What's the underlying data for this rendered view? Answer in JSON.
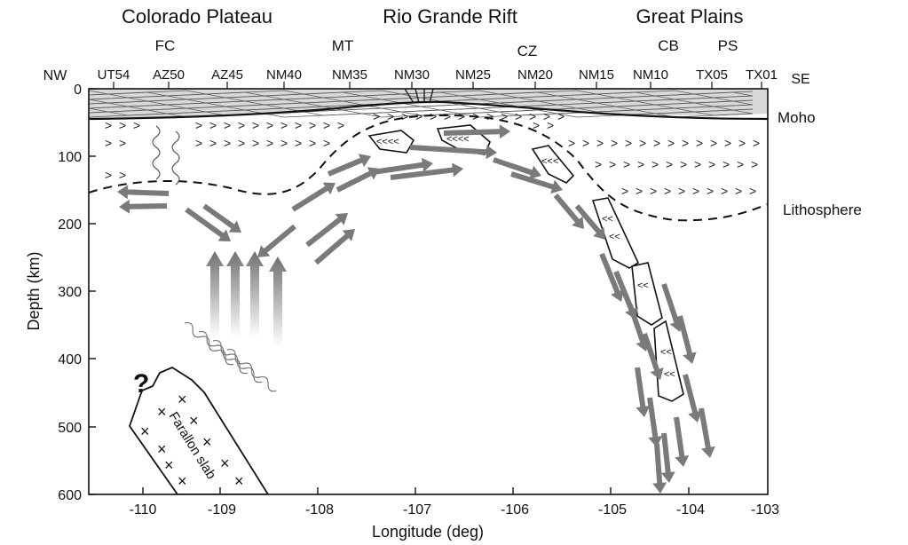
{
  "regions": {
    "colorado_plateau": "Colorado Plateau",
    "rio_grande_rift": "Rio Grande Rift",
    "great_plains": "Great Plains"
  },
  "subregions": {
    "fc": "FC",
    "mt": "MT",
    "cz": "CZ",
    "cb": "CB",
    "ps": "PS"
  },
  "directions": {
    "left": "NW",
    "right": "SE"
  },
  "stations": [
    "UT54",
    "AZ50",
    "AZ45",
    "NM40",
    "NM35",
    "NM30",
    "NM25",
    "NM20",
    "NM15",
    "NM10",
    "TX05",
    "TX01"
  ],
  "side_labels": {
    "moho": "Moho",
    "lithosphere": "Lithosphere"
  },
  "axes": {
    "x_label": "Longitude (deg)",
    "y_label": "Depth (km)",
    "x_ticks": [
      "-110",
      "-109",
      "-108",
      "-107",
      "-106",
      "-105",
      "-104",
      "-103"
    ],
    "y_ticks": [
      "0",
      "100",
      "200",
      "300",
      "400",
      "500",
      "600"
    ]
  },
  "annotations": {
    "slab": "Farallon slab",
    "question": "?"
  }
}
